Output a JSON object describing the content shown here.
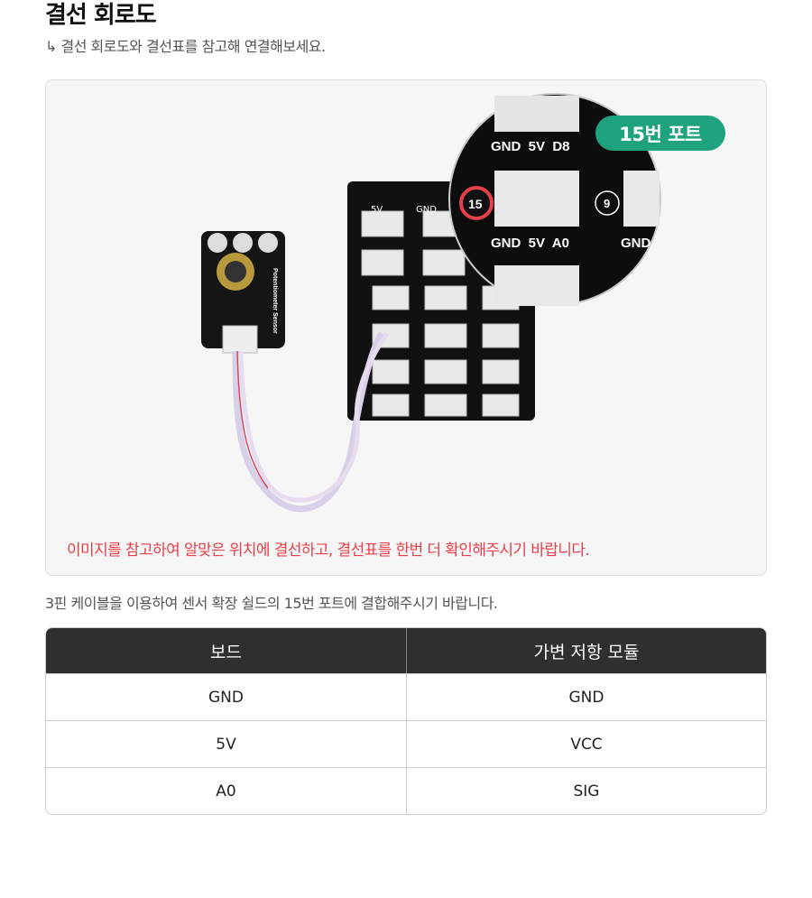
{
  "header": {
    "title": "결선 회로도",
    "subtitle": "↳ 결선 회로도와 결선표를 참고해 연결해보세요."
  },
  "figure": {
    "badge": "15번 포트",
    "caption": "이미지를 참고하여 알맞은 위치에 결선하고, 결선표를 한번 더 확인해주시기 바랍니다.",
    "magnifier_labels": {
      "row1": "GND  5V  D8",
      "row2": "GND  5V  A0",
      "port": "15",
      "port2": "9",
      "side": "GND"
    },
    "board_labels": {
      "left": "5V",
      "right": "GND"
    },
    "sensor_label": "Potentiometer Sensor"
  },
  "note": "3핀 케이블을 이용하여 센서 확장 쉴드의 15번 포트에 결합해주시기 바랍니다.",
  "table": {
    "headers": [
      "보드",
      "가변 저항 모듈"
    ],
    "rows": [
      [
        "GND",
        "GND"
      ],
      [
        "5V",
        "VCC"
      ],
      [
        "A0",
        "SIG"
      ]
    ]
  },
  "colors": {
    "accent": "#1fa37e",
    "warning": "#e8404a",
    "header": "#2f2f2f"
  }
}
